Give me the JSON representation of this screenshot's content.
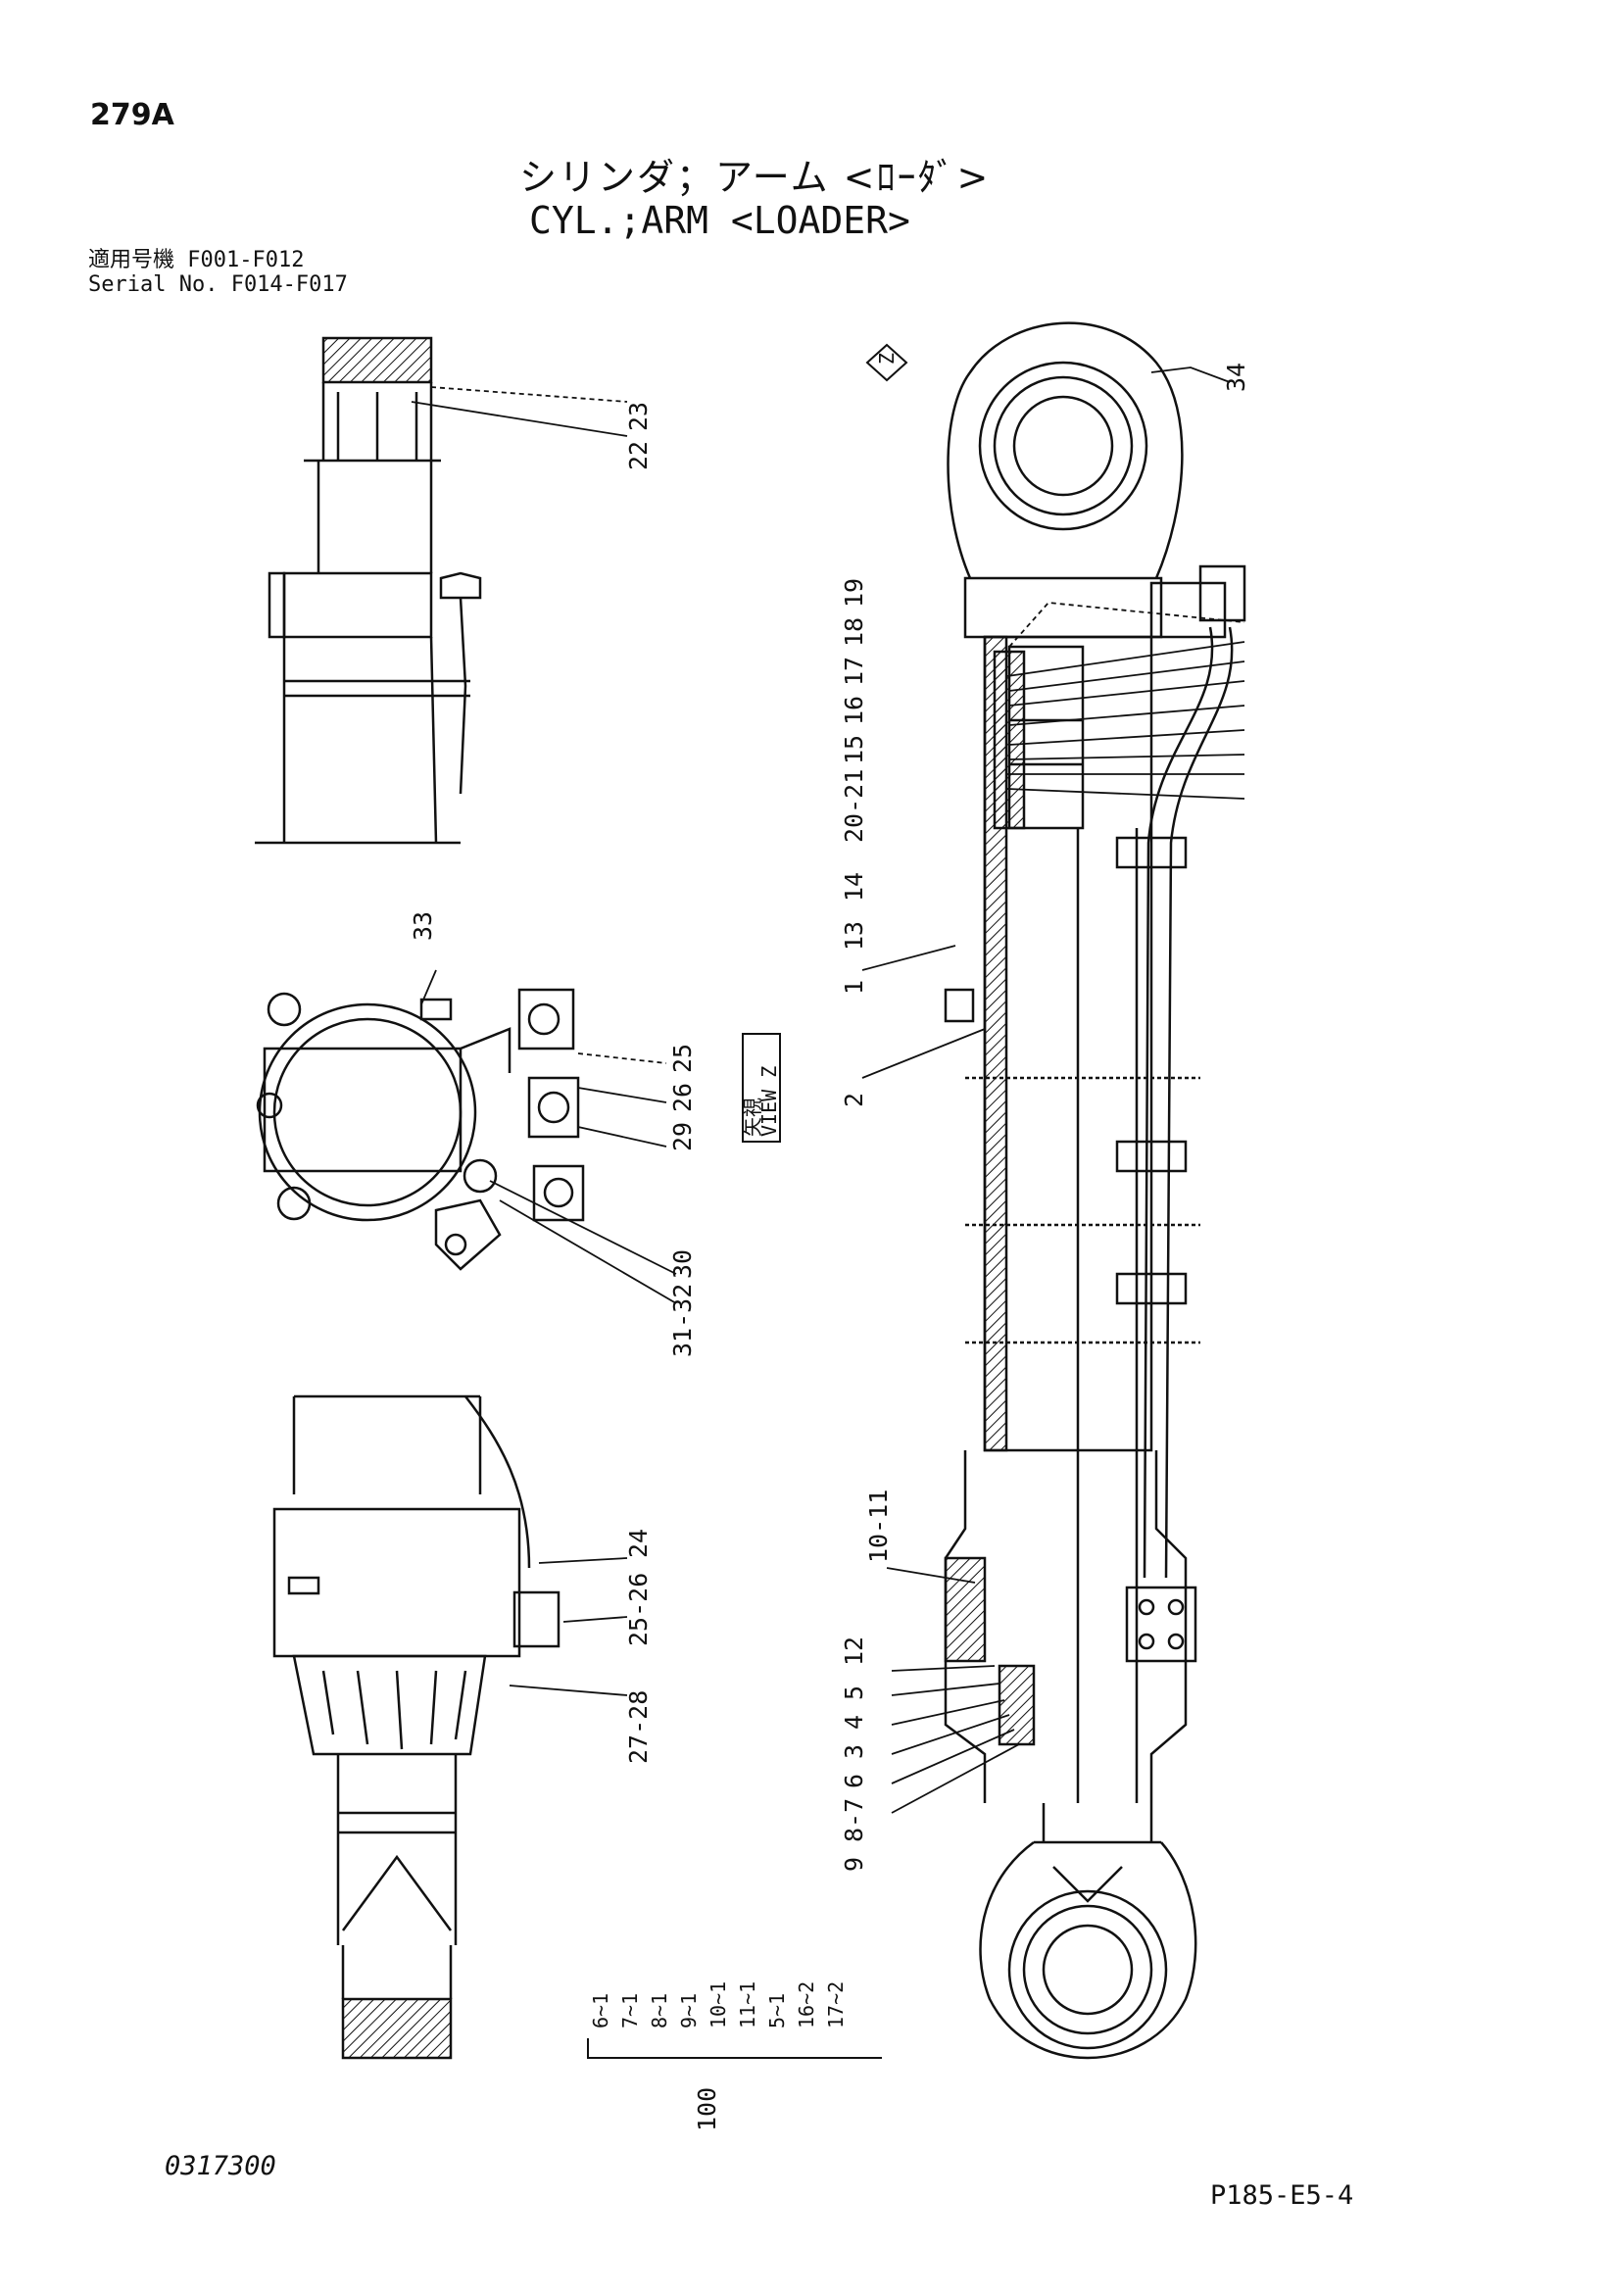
{
  "header": {
    "page_number": "279A",
    "title_jp": "シリンダ；アーム <ﾛｰﾀﾞ>",
    "title_en": "CYL.;ARM <LOADER>",
    "serial_jp": "適用号機  F001-F012",
    "serial_en": "Serial No. F014-F017"
  },
  "callouts": {
    "c34": "34",
    "c19": "19",
    "c18": "18",
    "c17": "17",
    "c16": "16",
    "c15": "15",
    "c20_21": "20-21",
    "c14": "14",
    "c13": "13",
    "c1": "1",
    "c2": "2",
    "c10_11": "10-11",
    "c12": "12",
    "c5": "5",
    "c4": "4",
    "c3": "3",
    "c6": "6",
    "c8_7": "8-7",
    "c9": "9",
    "c22": "22",
    "c23": "23",
    "c33": "33",
    "c25": "25",
    "c26": "26",
    "c29": "29",
    "c30": "30",
    "c31_32": "31-32",
    "c24": "24",
    "c25_26": "25-26",
    "c27_28": "27-28",
    "view_jp": "矢視",
    "view_en": "VIEW Z",
    "arrow_z": "Z"
  },
  "kit": {
    "number": "100",
    "items": [
      "6~1",
      "7~1",
      "8~1",
      "9~1",
      "10~1",
      "11~1",
      "5~1",
      "16~2",
      "17~2"
    ]
  },
  "footer": {
    "code_left": "0317300",
    "code_right": "P185-E5-4"
  },
  "colors": {
    "ink": "#111111",
    "paper": "#ffffff"
  }
}
